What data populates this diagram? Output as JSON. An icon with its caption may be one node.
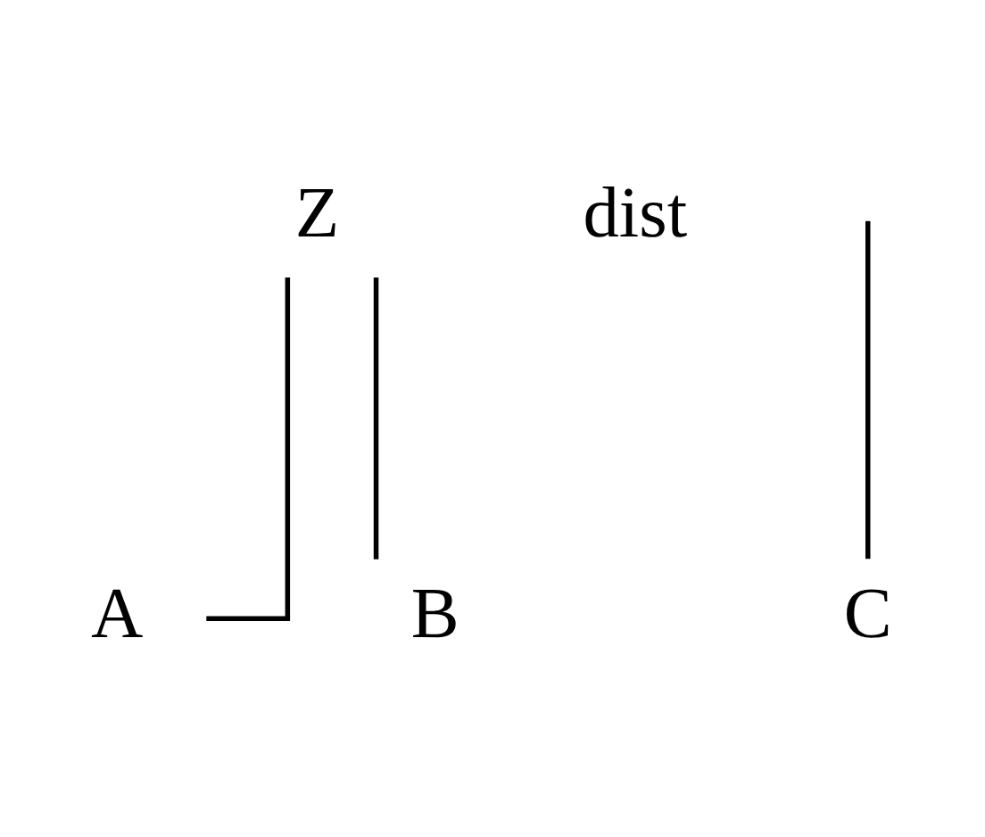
{
  "diagram": {
    "nodes": [
      {
        "text": [
          "Z"
        ]
      },
      {
        "text": [
          "A"
        ]
      },
      {
        "text": [
          "B"
        ]
      },
      {
        "text": [
          "C"
        ]
      }
    ],
    "edges": [
      {
        "from": 0,
        "to": 1,
        "arrow": "none"
      },
      {
        "from": 0,
        "to": 2,
        "arrow": "none"
      },
      {
        "from": null,
        "to": 3,
        "arrow": "none"
      }
    ],
    "labels": [
      "dist"
    ]
  }
}
